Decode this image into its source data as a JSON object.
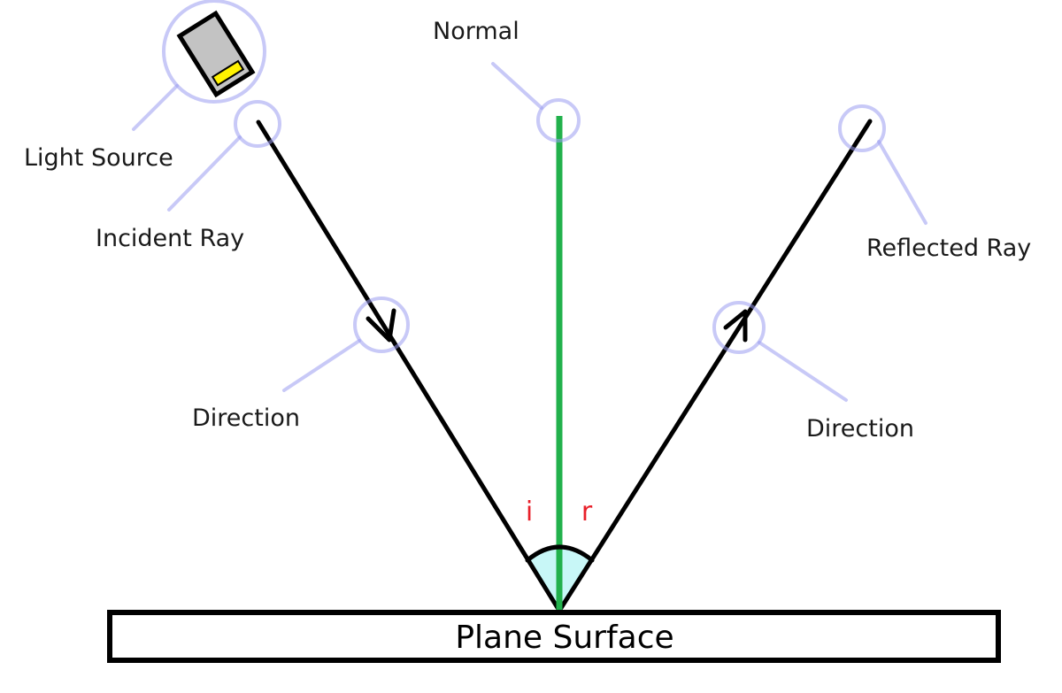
{
  "labels": {
    "light_source": "Light Source",
    "normal": "Normal",
    "incident_ray": "Incident Ray",
    "reflected_ray": "Reflected Ray",
    "direction_incident": "Direction",
    "direction_reflected": "Direction",
    "angle_incidence": "i",
    "angle_reflection": "r",
    "plane_surface": "Plane Surface"
  },
  "colors": {
    "ray": "#000000",
    "normal": "#22b14c",
    "callout": "#9a9cf0",
    "angle_fill": "#c8f7f7",
    "angle_text": "#e8202a",
    "lamp_body": "#c3c3c3",
    "lamp_light": "#fff200"
  }
}
